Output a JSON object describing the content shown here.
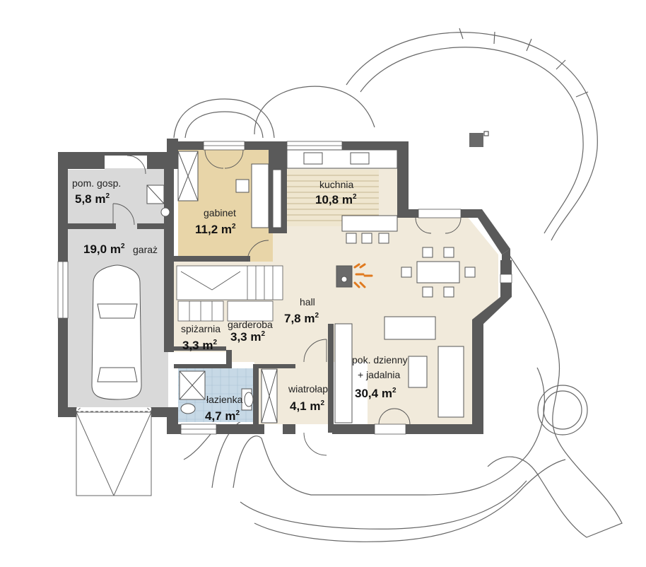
{
  "plan": {
    "rooms": [
      {
        "id": "pom-gosp",
        "name": "pom. gosp.",
        "area": "5,8",
        "unit": "m",
        "sup": "2"
      },
      {
        "id": "garaz",
        "name": "garaż",
        "area": "19,0",
        "unit": "m",
        "sup": "2"
      },
      {
        "id": "gabinet",
        "name": "gabinet",
        "area": "11,2",
        "unit": "m",
        "sup": "2"
      },
      {
        "id": "kuchnia",
        "name": "kuchnia",
        "area": "10,8",
        "unit": "m",
        "sup": "2"
      },
      {
        "id": "hall",
        "name": "hall",
        "area": "7,8",
        "unit": "m",
        "sup": "2"
      },
      {
        "id": "spizarnia",
        "name": "spiżarnia",
        "area": "3,3",
        "unit": "m",
        "sup": "2"
      },
      {
        "id": "garderoba",
        "name": "garderoba",
        "area": "3,3",
        "unit": "m",
        "sup": "2"
      },
      {
        "id": "lazienka",
        "name": "łazienka",
        "area": "4,7",
        "unit": "m",
        "sup": "2"
      },
      {
        "id": "wiatrolap",
        "name": "wiatrołap",
        "area": "4,1",
        "unit": "m",
        "sup": "2"
      },
      {
        "id": "pokoj",
        "name_line1": "pok. dzienny",
        "name_line2": "+ jadalnia",
        "area": "30,4",
        "unit": "m",
        "sup": "2"
      }
    ],
    "colors": {
      "wall": "#5a5a5a",
      "garage_floor": "#d9d9d9",
      "gabinet_floor": "#e8d5a8",
      "main_floor": "#f1eadb",
      "bath_floor": "#c7d9e6",
      "kitchen_floor": "#efe6cf"
    }
  }
}
